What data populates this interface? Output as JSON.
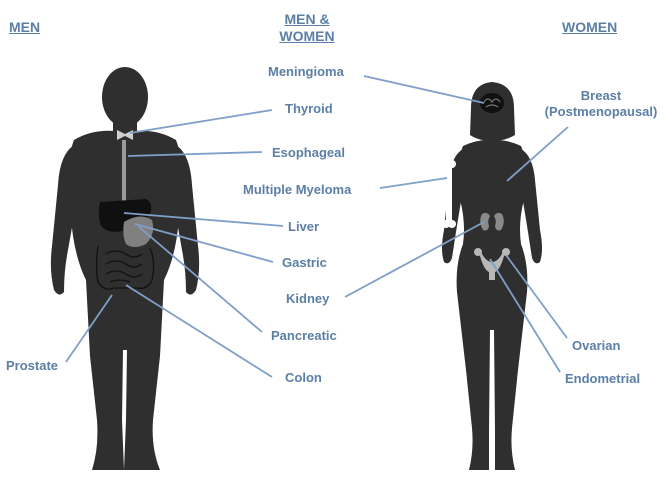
{
  "colors": {
    "accent": "#5b7fa6",
    "silhouette": "#2f2f2f",
    "organ": "#808080",
    "leader": "#7f9fc8"
  },
  "headers": {
    "men": "MEN",
    "both": "MEN &\nWOMEN",
    "women": "WOMEN"
  },
  "labels": {
    "meningioma": "Meningioma",
    "thyroid": "Thyroid",
    "esophageal": "Esophageal",
    "multiple_myeloma": "Multiple Myeloma",
    "liver": "Liver",
    "gastric": "Gastric",
    "kidney": "Kidney",
    "pancreatic": "Pancreatic",
    "colon": "Colon",
    "prostate": "Prostate",
    "breast": "Breast\n(Postmenopausal)",
    "ovarian": "Ovarian",
    "endometrial": "Endometrial"
  },
  "icons": {
    "male_figure": "male-silhouette-icon",
    "female_figure": "female-silhouette-icon",
    "brain": "brain-icon",
    "thyroid": "thyroid-icon",
    "esophagus": "esophagus-icon",
    "liver": "liver-icon",
    "stomach": "stomach-icon",
    "intestine": "intestine-icon",
    "bone": "bone-icon",
    "kidneys": "kidney-icon",
    "uterus": "uterus-icon"
  }
}
